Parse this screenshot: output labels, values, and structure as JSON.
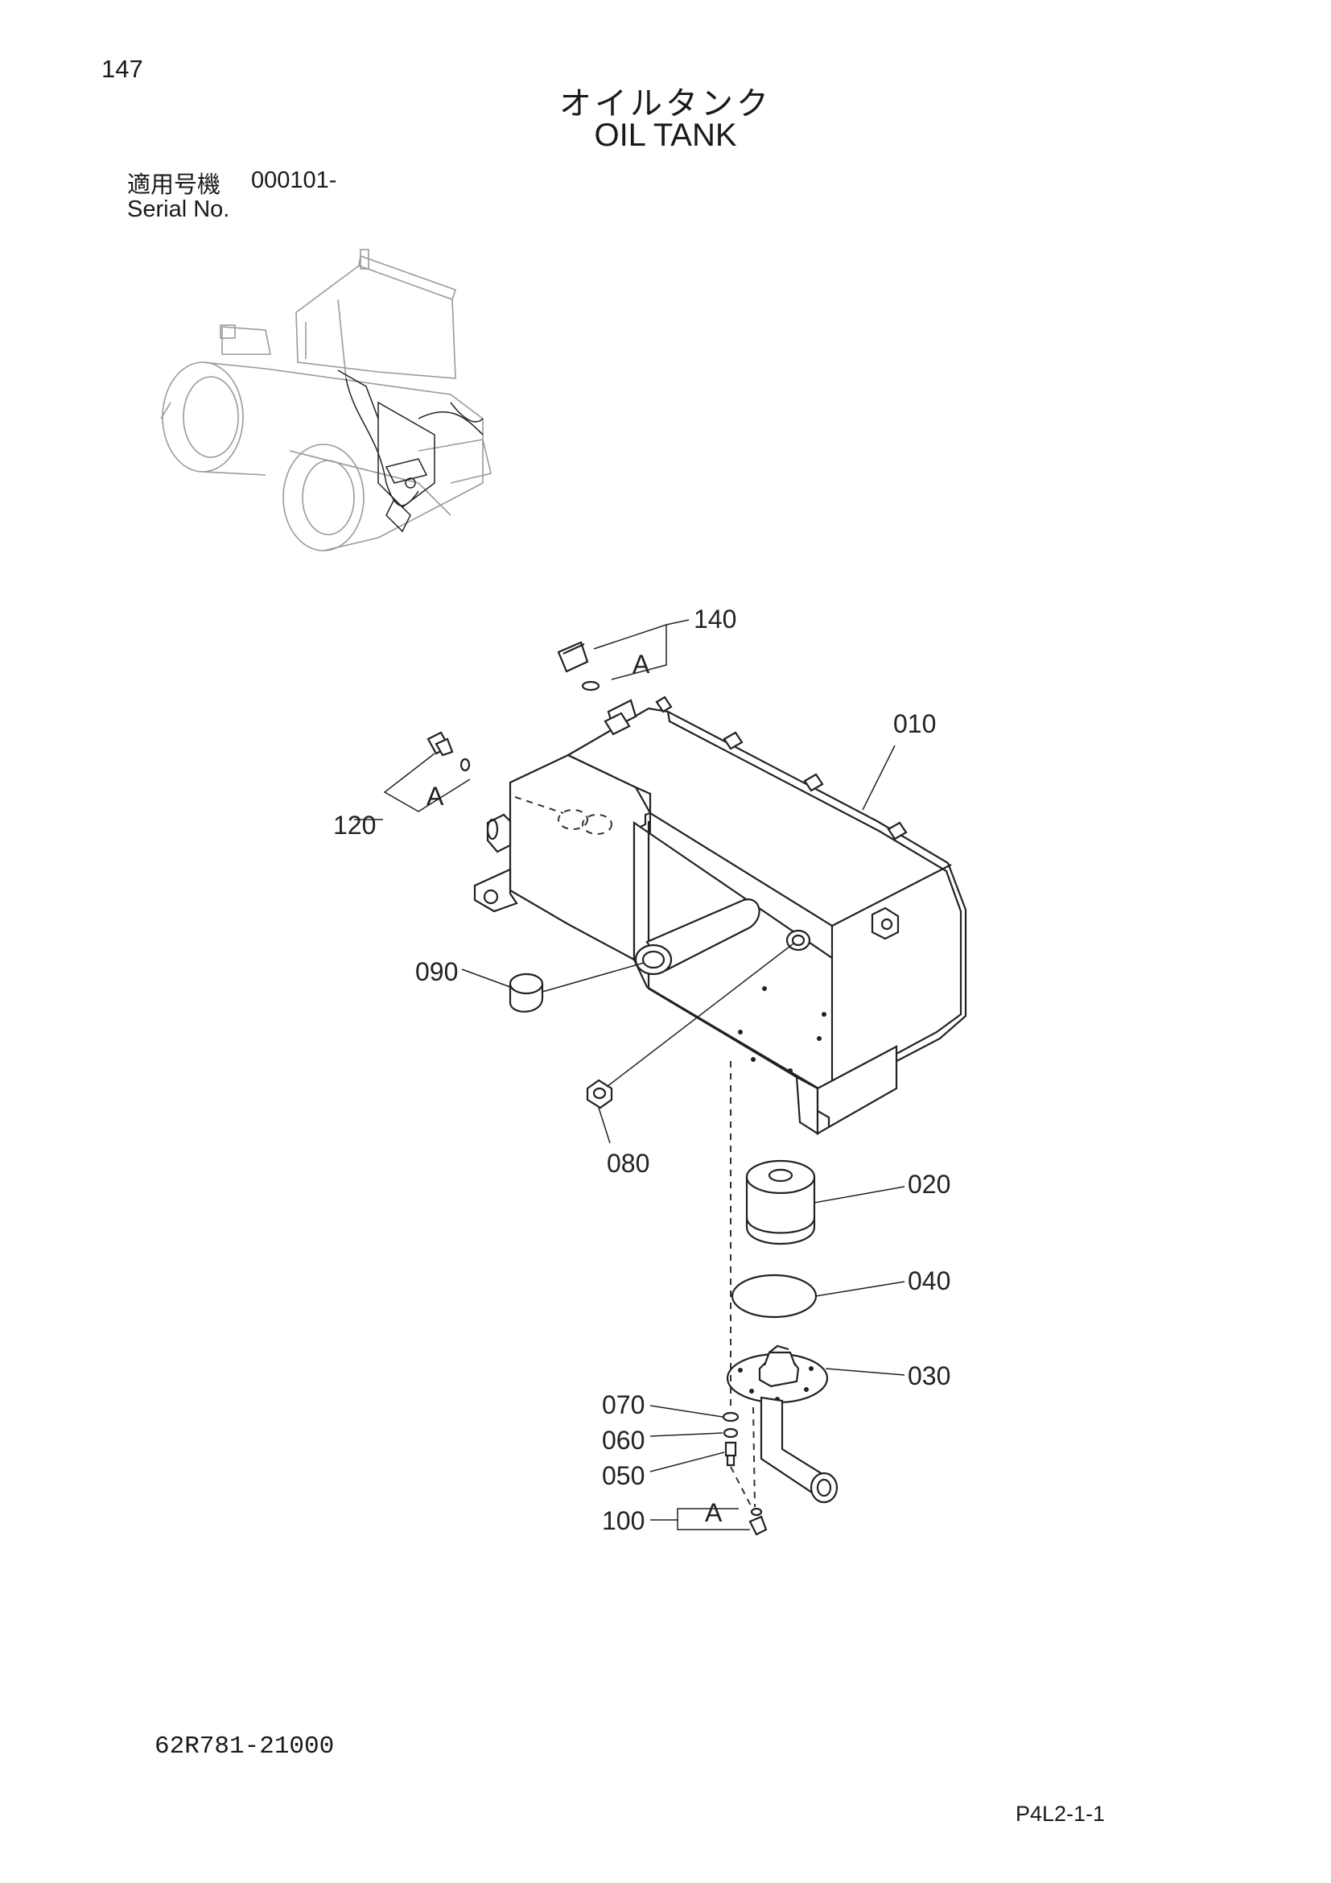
{
  "header": {
    "page_number": "147",
    "title_jp": "オイルタンク",
    "title_en": "OIL TANK",
    "serial_label_jp": "適用号機",
    "serial_value": "000101-",
    "serial_label_en": "Serial No."
  },
  "callouts": {
    "c140": "140",
    "c010": "010",
    "c120": "120",
    "c090": "090",
    "c080": "080",
    "c020": "020",
    "c040": "040",
    "c030": "030",
    "c070": "070",
    "c060": "060",
    "c050": "050",
    "c100": "100",
    "ref_a": "A"
  },
  "footer": {
    "doc_code": "62R781-21000",
    "page_ref": "P4L2-1-1"
  }
}
